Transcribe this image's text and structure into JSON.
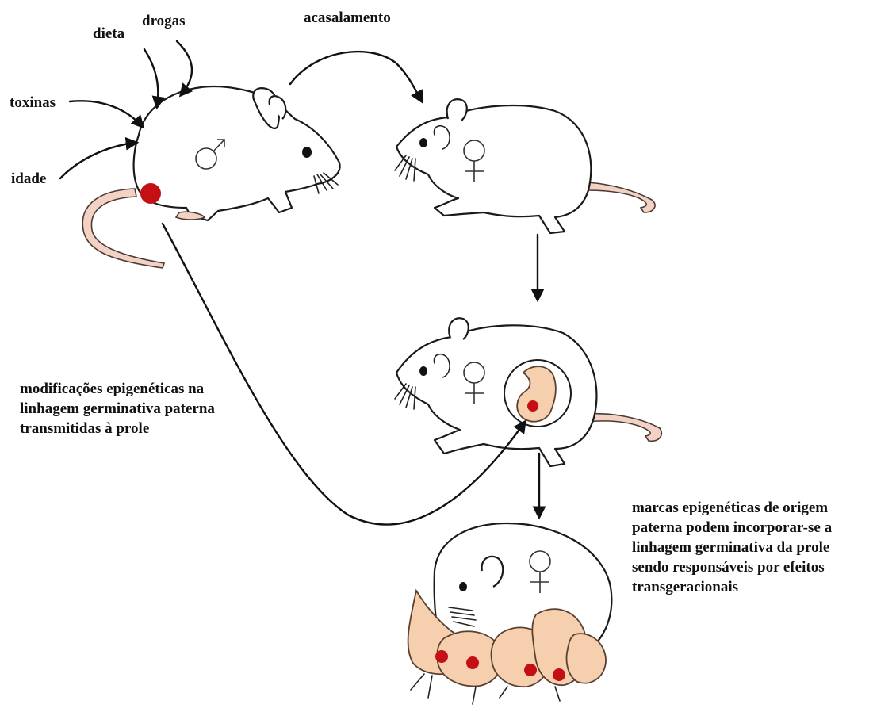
{
  "diagram": {
    "labels": {
      "drugs": "drogas",
      "diet": "dieta",
      "toxins": "toxinas",
      "age": "idade",
      "mating": "acasalamento"
    },
    "germline_note": [
      "modificações epigenéticas na",
      "linhagem germinativa paterna",
      "transmitidas à prole"
    ],
    "offspring_note": [
      "marcas epigenéticas de origem",
      "paterna podem incorporar-se a",
      "linhagem germinativa da prole",
      "sendo responsáveis por efeitos",
      "transgeracionais"
    ],
    "colors": {
      "epigenetic_mark": "#c40f14",
      "embryo": "#f6cfae",
      "tail": "#f3d2c4",
      "ink": "#111111"
    },
    "icons": [
      "male-symbol",
      "female-symbol"
    ]
  }
}
